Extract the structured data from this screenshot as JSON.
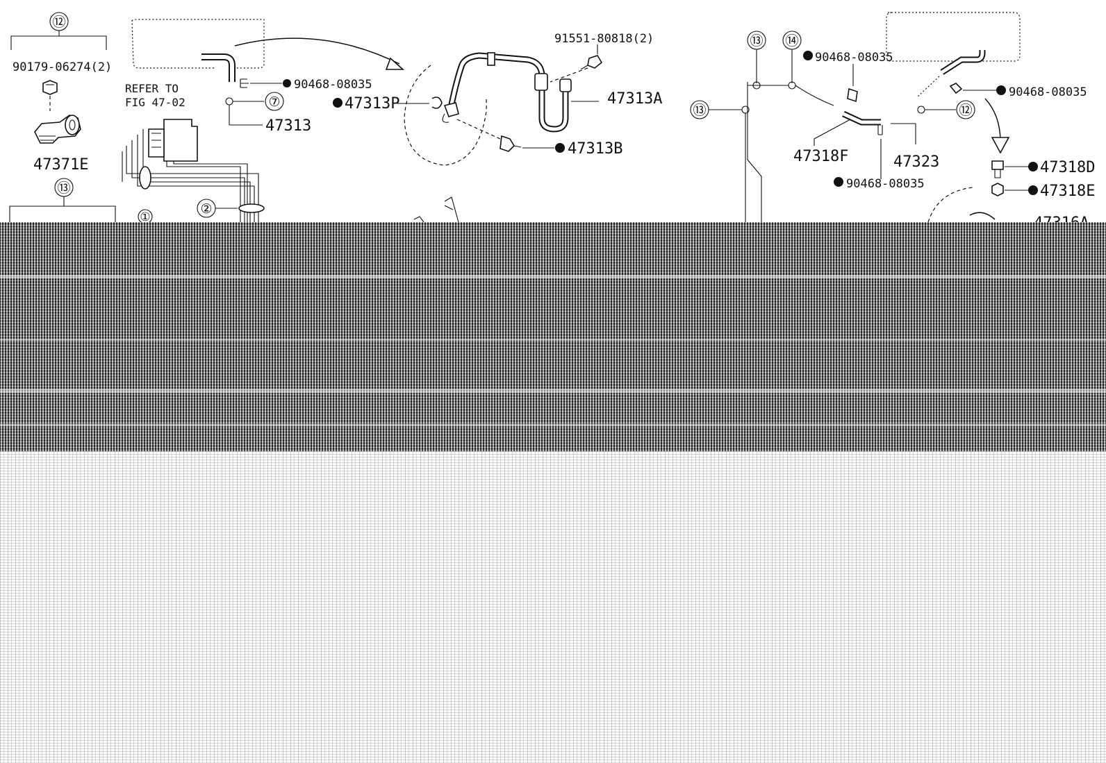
{
  "left_group": {
    "ref_12": "⑫",
    "bolt_part": "90179-06274(2)",
    "sensor_part": "47371E",
    "ref_13": "⑬",
    "refer_line1": "REFER TO",
    "refer_line2": "FIG 47-02",
    "clip_part": "90468-08035",
    "ref_7": "⑦",
    "tube_part": "47313",
    "ref_1": "①",
    "ref_2": "②"
  },
  "center_group": {
    "bolt_part": "91551-80818(2)",
    "hose_part": "47313A",
    "clip_part": "47313P",
    "bolt2_part": "47313B"
  },
  "right_group": {
    "ref_13a": "⑬",
    "ref_14": "⑭",
    "ref_13b": "⑬",
    "clip_top_part": "90468-08035",
    "clip_right_part": "90468-08035",
    "tube_part": "47318F",
    "tube2_part": "47323",
    "clip_bottom_part": "90468-08035",
    "ref_12": "⑫",
    "bolt_part": "47318D",
    "nut_part": "47318E",
    "cut_label": "47316A"
  },
  "colors": {
    "ink": "#111111",
    "paper": "#ffffff",
    "noise": "#6a6a6a"
  }
}
